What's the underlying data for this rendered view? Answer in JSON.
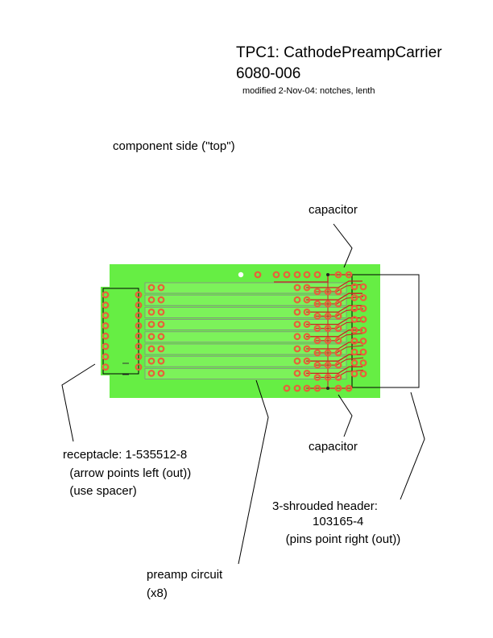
{
  "header": {
    "title": "TPC1: CathodePreampCarrier",
    "part_number": "6080-006",
    "modified_note": "modified 2-Nov-04: notches, lenth"
  },
  "side_label": "component side (\"top\")",
  "callouts": {
    "capacitor_top": "capacitor",
    "capacitor_bottom": "capacitor",
    "receptacle": [
      "receptacle: 1-535512-8",
      "  (arrow points left (out))",
      "  (use spacer)"
    ],
    "header_connector": [
      "3-shrouded header:",
      "            103165-4",
      "    (pins point right (out))"
    ],
    "preamp": [
      "preamp circuit",
      "(x8)"
    ]
  },
  "colors": {
    "board": "#66ee44",
    "board_inner": "#7cf25a",
    "pad": "#e8603a",
    "trace": "#cc2222",
    "outline": "#000000"
  },
  "preamp_count": 8
}
